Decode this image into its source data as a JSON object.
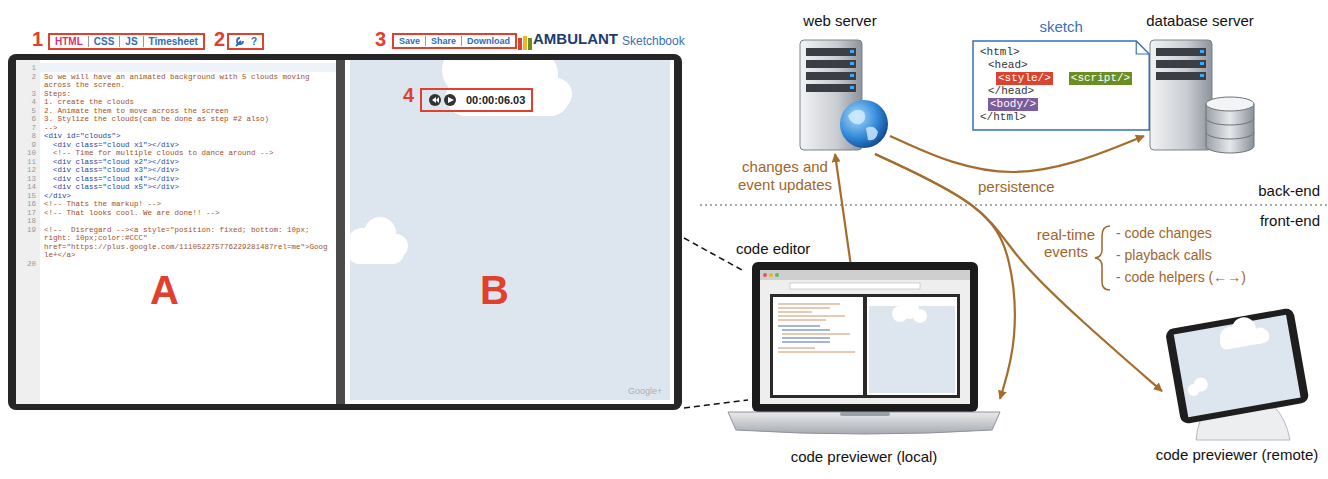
{
  "diagram": {
    "nodes": [
      {
        "text": [
          "HTML",
          "CSS",
          "JS",
          "Timesheet"
        ]
      },
      {
        "text": [
          "?"
        ]
      },
      {
        "text": [
          "Save",
          "Share",
          "Download"
        ]
      },
      {
        "text": [
          "00:00:06.03"
        ]
      },
      {
        "text": [
          "web server"
        ]
      },
      {
        "text": [
          "sketch",
          "<html>",
          "<head>",
          "<style/>",
          "<script/>",
          "</head>",
          "<body/>",
          "</html>"
        ]
      },
      {
        "text": [
          "database server"
        ]
      },
      {
        "text": [
          "code editor",
          "code previewer (local)"
        ]
      },
      {
        "text": [
          "code previewer (remote)"
        ]
      }
    ],
    "edges": [
      {
        "from": 7,
        "to": 4,
        "arrow": "to",
        "label": "changes and event updates"
      },
      {
        "from": 4,
        "to": 6,
        "arrow": "to",
        "label": "persistence"
      },
      {
        "from": 4,
        "to": 7,
        "arrow": "to"
      },
      {
        "from": 4,
        "to": 8,
        "arrow": "to"
      }
    ],
    "labels": [
      "1",
      "2",
      "3",
      "4",
      "A",
      "B",
      "AMBULANT",
      "Sketchbook",
      "Google+",
      "back-end",
      "front-end",
      "real-time events",
      "- code changes",
      "- playback calls",
      "- code helpers (←→)",
      "1",
      "2",
      "3",
      "4",
      "5",
      "6",
      "7",
      "8",
      "9",
      "10",
      "11",
      "12",
      "13",
      "14",
      "15",
      "16",
      "17",
      "18",
      "19",
      "20",
      "So we will have an animated background with 5 clouds moving across the screen.",
      "Steps:",
      "1. create the clouds",
      "2. Animate them to move across the screen",
      "3. Stylize the clouds(can be done as step #2 also)",
      "-->",
      "<div id=\"clouds\">",
      "  <div class=\"cloud x1\"></div>",
      "  <!-- Time for multiple clouds to dance around -->",
      "  <div class=\"cloud x2\"></div>",
      "  <div class=\"cloud x3\"></div>",
      "  <div class=\"cloud x4\"></div>",
      "  <div class=\"cloud x5\"></div>",
      "</div>",
      "<!-- Thats the markup! -->",
      "<!-- That looks cool. We are done!! -->",
      "<!--  Disregard --><a style=\"position: fixed; bottom: 10px; right: 10px;color:#CCC\" href=\"https://plus.google.com/111052275776229281487rel=me\">Google+</a>"
    ]
  }
}
